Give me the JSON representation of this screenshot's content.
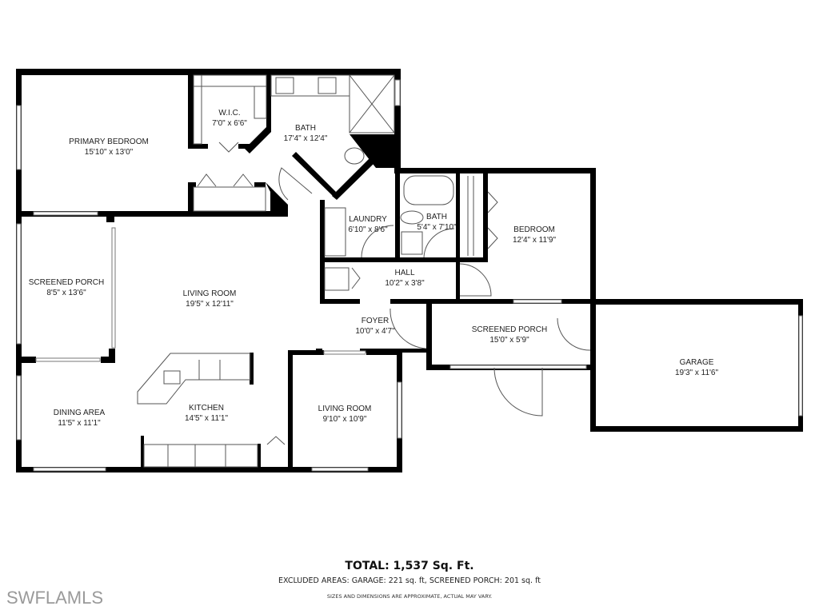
{
  "rooms": {
    "primary_bedroom": {
      "name": "PRIMARY BEDROOM",
      "dims": "15'10\" x 13'0\""
    },
    "wic": {
      "name": "W.I.C.",
      "dims": "7'0\" x 6'6\""
    },
    "primary_bath": {
      "name": "BATH",
      "dims": "17'4\" x 12'4\""
    },
    "laundry": {
      "name": "LAUNDRY",
      "dims": "6'10\" x 8'6\""
    },
    "bath2": {
      "name": "BATH",
      "dims": "5'4\" x 7'10\""
    },
    "bedroom": {
      "name": "BEDROOM",
      "dims": "12'4\" x 11'9\""
    },
    "hall": {
      "name": "HALL",
      "dims": "10'2\" x 3'8\""
    },
    "screened_porch_west": {
      "name": "SCREENED PORCH",
      "dims": "8'5\" x 13'6\""
    },
    "living_room_main": {
      "name": "LIVING ROOM",
      "dims": "19'5\" x 12'11\""
    },
    "foyer": {
      "name": "FOYER",
      "dims": "10'0\" x 4'7\""
    },
    "screened_porch_east": {
      "name": "SCREENED PORCH",
      "dims": "15'0\" x 5'9\""
    },
    "garage": {
      "name": "GARAGE",
      "dims": "19'3\" x 11'6\""
    },
    "dining_area": {
      "name": "DINING AREA",
      "dims": "11'5\" x 11'1\""
    },
    "kitchen": {
      "name": "KITCHEN",
      "dims": "14'5\" x 11'1\""
    },
    "living_room_second": {
      "name": "LIVING ROOM",
      "dims": "9'10\" x 10'9\""
    }
  },
  "footer": {
    "total": "TOTAL:  1,537 Sq. Ft.",
    "excluded": "EXCLUDED AREAS: GARAGE: 221 sq. ft, SCREENED PORCH: 201 sq. ft",
    "disclaimer": "SIZES AND DIMENSIONS ARE APPROXIMATE, ACTUAL MAY VARY."
  },
  "watermark": "SWFLAMLS"
}
